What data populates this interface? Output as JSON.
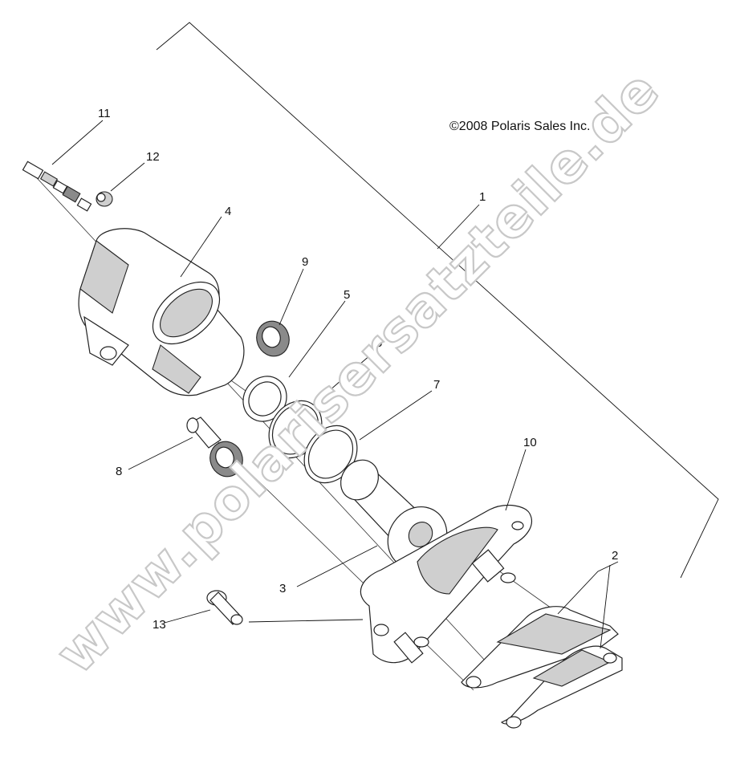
{
  "diagram": {
    "copyright": "©2008 Polaris Sales Inc.",
    "watermark": "www.polarisersatzteile.de",
    "callouts": [
      "1",
      "2",
      "3",
      "4",
      "5",
      "6",
      "7",
      "8",
      "9",
      "10",
      "11",
      "12",
      "13"
    ],
    "icons": [
      "brake-caliper-body-icon",
      "piston-icon",
      "seal-ring-icon",
      "brake-pad-icon",
      "mounting-bracket-icon",
      "bleeder-valve-icon",
      "bolt-icon"
    ]
  }
}
